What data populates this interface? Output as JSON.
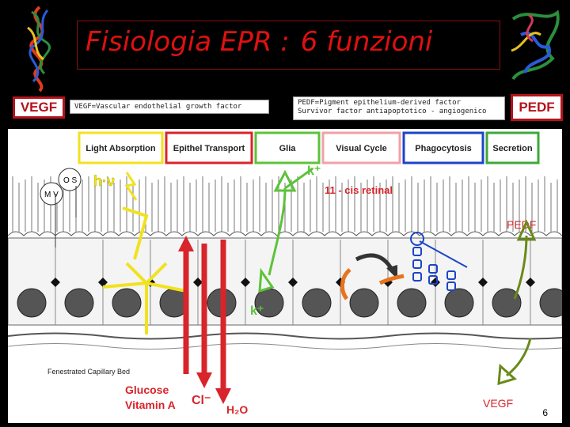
{
  "title": {
    "part1": "Fisiologia EPR :",
    "part2": "6 funzioni"
  },
  "left_tag": "VEGF",
  "right_tag": "PEDF",
  "vegf_definition": "VEGF=Vascular endothelial growth factor",
  "pedf_definition": {
    "line1": "PEDF=Pigment epithelium-derived factor",
    "line2": "Survivor factor  antiapoptotico - angiogenico"
  },
  "functions": [
    {
      "label": "Light Absorption",
      "color": "#f1e21f"
    },
    {
      "label": "Epithel Transport",
      "color": "#d8242a"
    },
    {
      "label": "Glia",
      "color": "#5cc33a"
    },
    {
      "label": "Visual Cycle",
      "color": "#f0a0a8"
    },
    {
      "label": "Phagocytosis",
      "color": "#1c44c8"
    },
    {
      "label": "Secretion",
      "color": "#3fa83a"
    }
  ],
  "diagram_labels": {
    "os": "O S",
    "mv": "M V",
    "hv": "h·ν",
    "k_top": "k⁺",
    "k_bottom": "k⁺",
    "cis_retinal": "11 - cis retinal",
    "pedf": "PEDF",
    "vegf": "VEGF",
    "capillary": "Fenestrated Capillary Bed",
    "glucose": "Glucose",
    "vitamin_a": "Vitamin A",
    "cl": "Cl⁻",
    "h2o": "H₂O"
  },
  "slide_number": "6",
  "colors": {
    "red": "#d8242a",
    "yellow": "#f1e21f",
    "green": "#5cc33a",
    "blue": "#1c44c8",
    "orange": "#e9731c"
  }
}
